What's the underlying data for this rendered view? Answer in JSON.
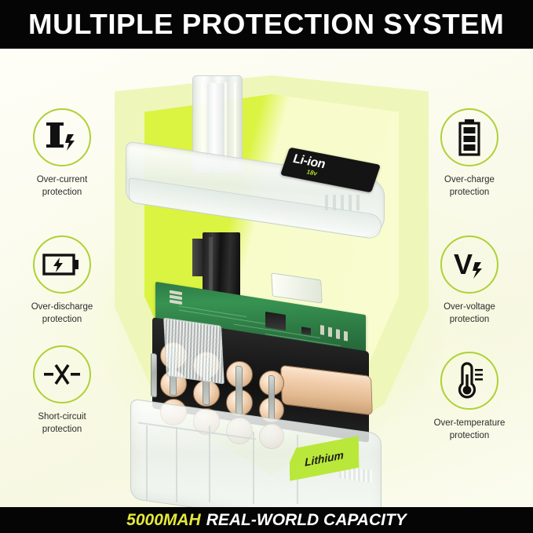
{
  "header": {
    "title": "MULTIPLE PROTECTION SYSTEM"
  },
  "footer": {
    "capacity": "5000MAH",
    "tagline": "REAL-WORLD CAPACITY"
  },
  "colors": {
    "header_bg": "#050505",
    "footer_bg": "#050505",
    "accent_green": "#b9e83a",
    "shield_bright": "#d9f236",
    "shield_pale": "#eef7b9",
    "circle_stroke": "#aed136",
    "page_bg": "#fdfdf3",
    "footer_capacity_text": "#e3e83c",
    "label_text": "#2c2c2c"
  },
  "features": {
    "left": [
      {
        "icon": "current-bolt-icon",
        "line1": "Over-current",
        "line2": "protection"
      },
      {
        "icon": "battery-discharge-icon",
        "line1": "Over-discharge",
        "line2": "protection"
      },
      {
        "icon": "short-circuit-icon",
        "line1": "Short-circuit",
        "line2": "protection"
      }
    ],
    "right": [
      {
        "icon": "battery-full-icon",
        "line1": "Over-charge",
        "line2": "protection"
      },
      {
        "icon": "voltage-bolt-icon",
        "line1": "Over-voltage",
        "line2": "protection"
      },
      {
        "icon": "thermometer-icon",
        "line1": "Over-temperature",
        "line2": "protection"
      }
    ]
  },
  "product": {
    "top_label_chemistry": "Li-ion",
    "top_label_voltage": "18v",
    "bottom_label": "Lithium"
  }
}
